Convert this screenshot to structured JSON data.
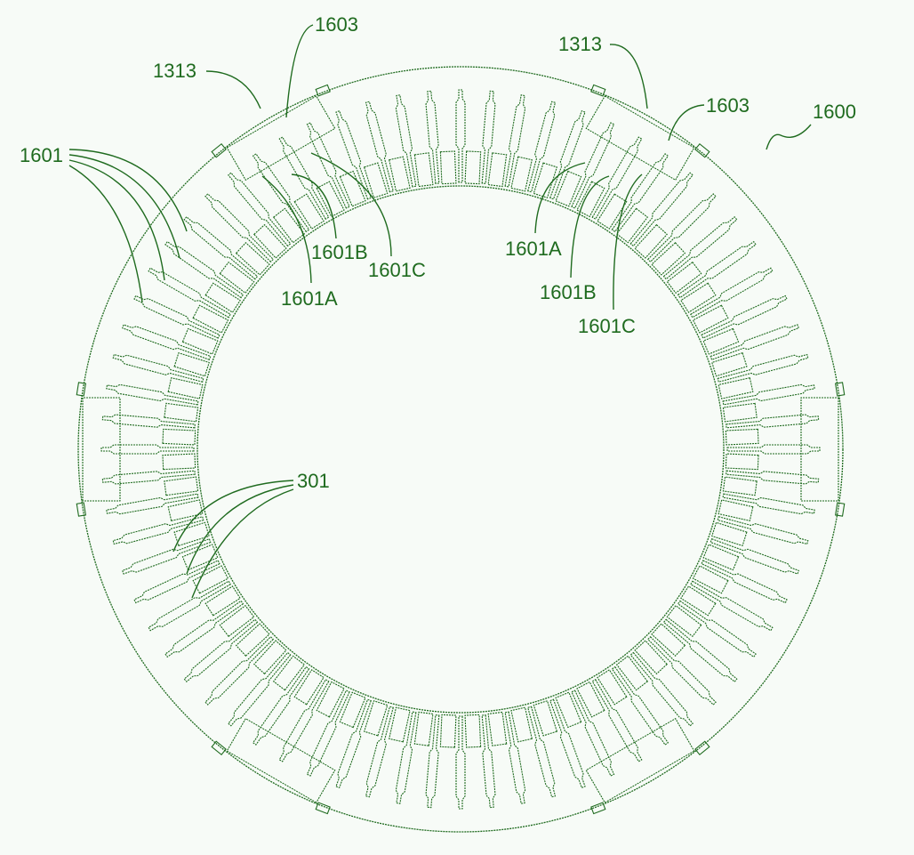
{
  "colors": {
    "ink": "#1f6b1f",
    "paper": "#f7fbf7"
  },
  "labels": {
    "assembly": "1600",
    "tab_left": "1313",
    "tab_right": "1313",
    "block_left": "1603",
    "block_right": "1603",
    "slot_group": "1601",
    "left_a": "1601A",
    "left_b": "1601B",
    "left_c": "1601C",
    "right_a": "1601A",
    "right_b": "1601B",
    "right_c": "1601C",
    "teeth": "301"
  },
  "geometry_counts": {
    "outer_slots": 72,
    "inner_teeth": 72
  }
}
